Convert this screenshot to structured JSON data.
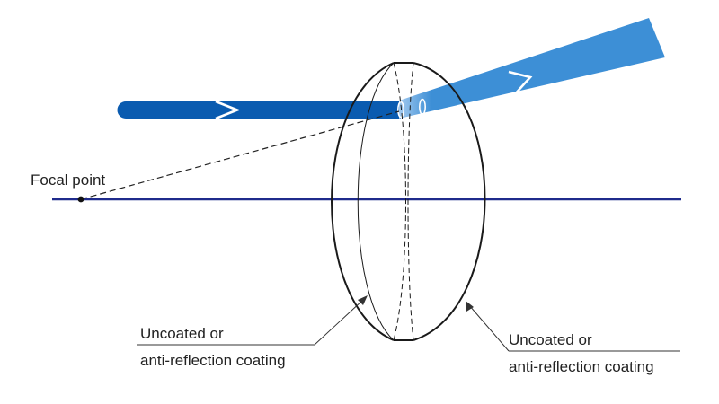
{
  "labels": {
    "focal_point": "Focal point",
    "coating_left": {
      "line1": "Uncoated or",
      "line2": "anti-reflection coating"
    },
    "coating_right": {
      "line1": "Uncoated or",
      "line2": "anti-reflection coating"
    }
  },
  "colors": {
    "incident_beam": "#0a5bb0",
    "transmitted_beam": "#3d8fd6",
    "transmitted_beam_light": "#a9cdf0",
    "optical_axis": "#1f2b8c",
    "lens_outline": "#1a1a1a",
    "construction_line": "#222222"
  },
  "icons": {
    "focal_point_marker": "filled-dot",
    "beam_direction": "chevron-right"
  }
}
